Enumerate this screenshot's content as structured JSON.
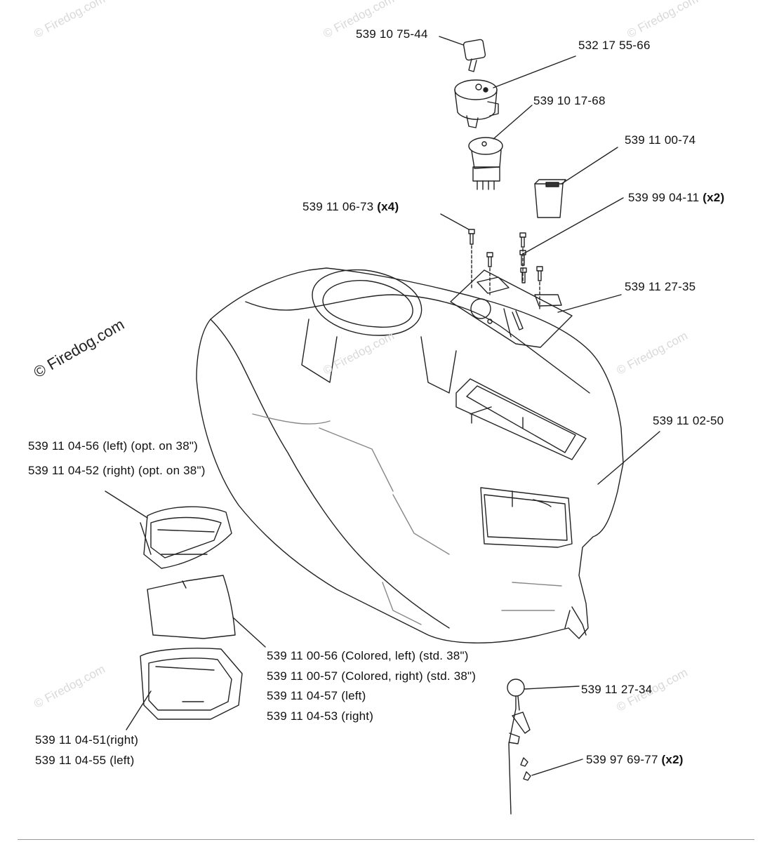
{
  "watermark": {
    "primary": "© Firedog.com",
    "faint": "© Firedog.com"
  },
  "labels": {
    "key": "539 10 75-44",
    "ignition_switch": "532 17 55-66",
    "pto_switch": "539 10 17-68",
    "socket": "539 11 00-74",
    "bolt": "539 11 06-73",
    "bolt_qty": "(x4)",
    "screw": "539 99 04-11",
    "screw_qty": "(x2)",
    "plate": "539 11 27-35",
    "console": "539 11 02-50",
    "cover_left_opt": "539 11 04-56 (left) (opt. on 38\")",
    "cover_right_opt": "539 11 04-52 (right) (opt. on 38\")",
    "colored_left": "539 11 00-56 (Colored, left) (std. 38\")",
    "colored_right": "539 11 00-57 (Colored, right) (std. 38\")",
    "lens_left": "539 11 04-57 (left)",
    "lens_right": "539 11 04-53 (right)",
    "bezel_right": "539 11 04-51(right)",
    "bezel_left": "539 11 04-55 (left)",
    "lever": "539 11 27-34",
    "nut": "539 97 69-77",
    "nut_qty": "(x2)"
  }
}
